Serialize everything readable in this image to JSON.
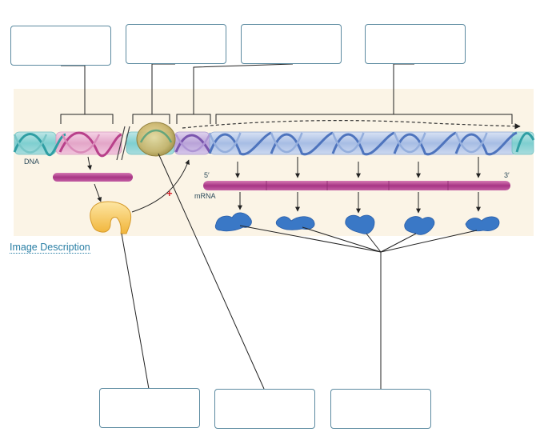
{
  "labels": {
    "dna": "DNA",
    "mrna": "mRNA",
    "five_prime": "5′",
    "three_prime": "3′",
    "inhibit": "+"
  },
  "link": {
    "image_description": "Image Description"
  },
  "colors": {
    "panel_bg": "#fbf4e6",
    "dna_teal": "#3fb3b6",
    "dna_pink": "#c9549a",
    "dna_blue": "#6f93cf",
    "mrna": "#b03c8c",
    "repressor": "#f6c453",
    "polymerase": "#a89a3c",
    "protein": "#3a78c6",
    "box_border": "#5b8aa0"
  },
  "boxes_top": [
    "",
    "",
    "",
    ""
  ],
  "boxes_bottom": [
    "",
    "",
    ""
  ]
}
